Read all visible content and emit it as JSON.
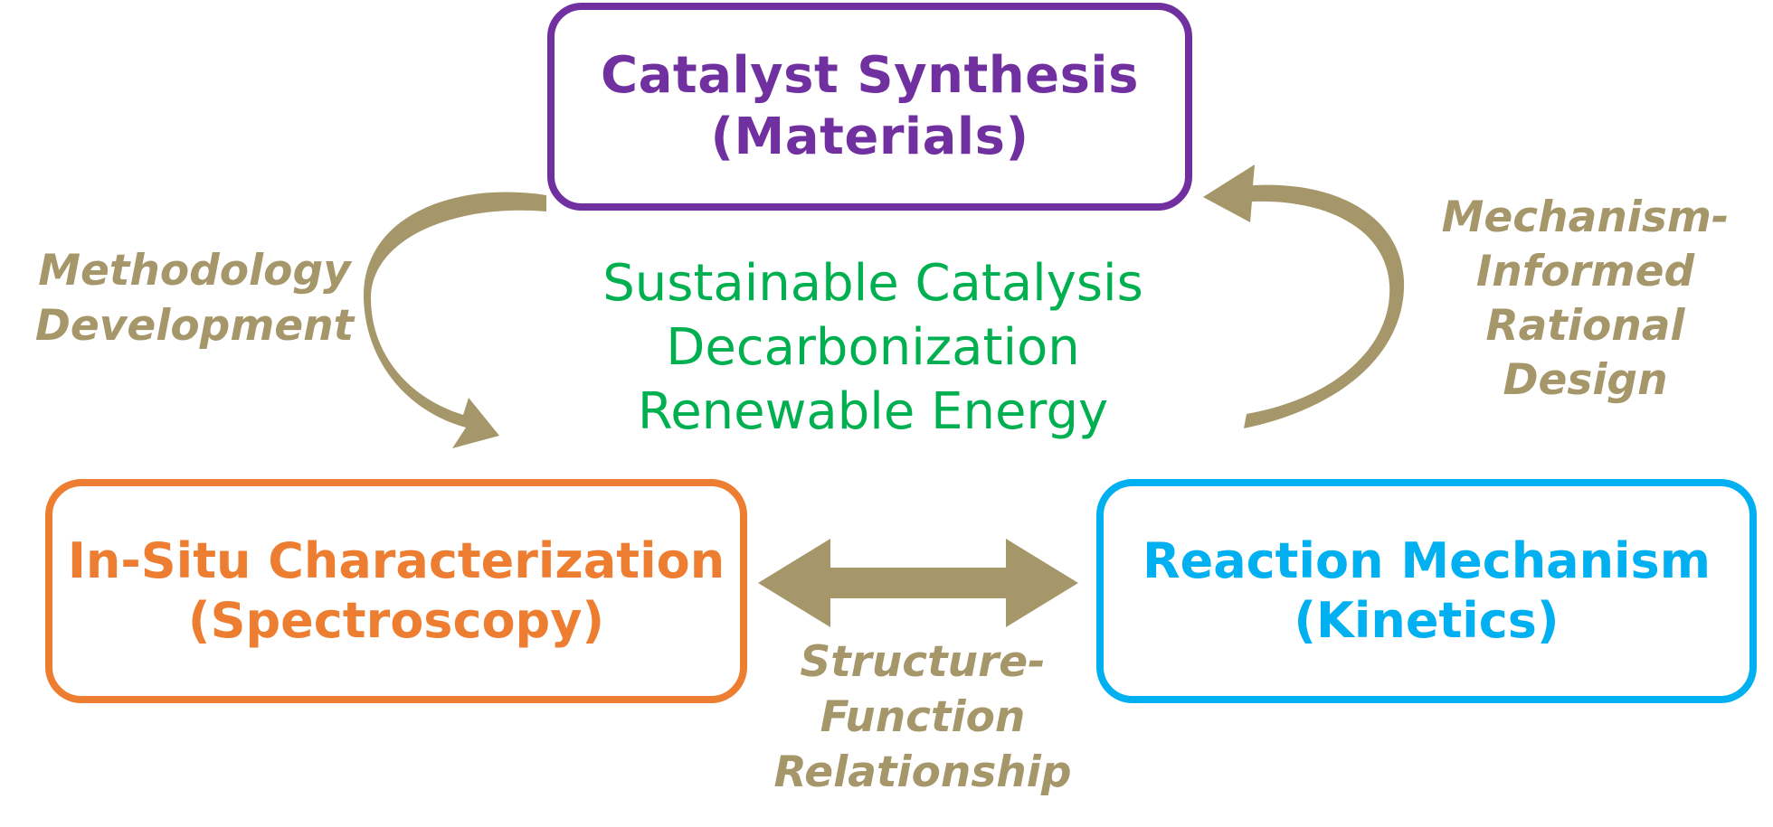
{
  "nodes": {
    "catalyst_synthesis": {
      "line1": "Catalyst Synthesis",
      "line2": "(Materials)",
      "color": "#7030a0"
    },
    "in_situ": {
      "line1": "In-Situ Characterization",
      "line2": "(Spectroscopy)",
      "color": "#ed7d31"
    },
    "reaction_mechanism": {
      "line1": "Reaction Mechanism",
      "line2": "(Kinetics)",
      "color": "#00b0f0"
    }
  },
  "center": {
    "line1": "Sustainable Catalysis",
    "line2": "Decarbonization",
    "line3": "Renewable Energy",
    "color": "#00b050"
  },
  "edges": {
    "methodology": {
      "line1": "Methodology",
      "line2": "Development"
    },
    "mechanism_informed": {
      "line1": "Mechanism-",
      "line2": "Informed",
      "line3": "Rational",
      "line4": "Design"
    },
    "structure_function": {
      "line1": "Structure-",
      "line2": "Function",
      "line3": "Relationship"
    }
  },
  "arrow_color": "#a6976a"
}
